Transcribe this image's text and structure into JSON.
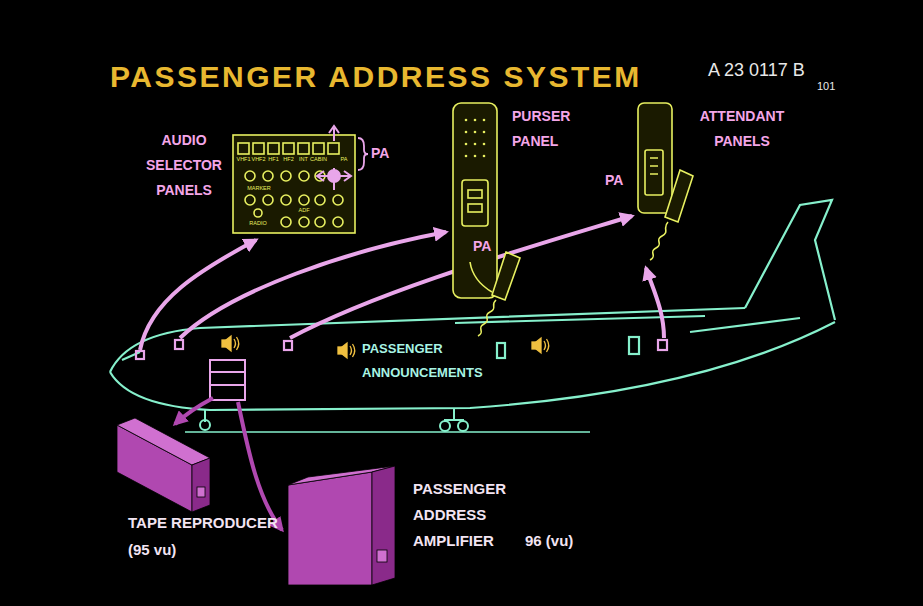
{
  "diagram": {
    "title": "PASSENGER ADDRESS SYSTEM",
    "nodes": [
      {
        "text": [
          "AUDIO SELECTOR PANELS"
        ]
      },
      {
        "text": [
          "PURSER PANEL"
        ]
      },
      {
        "text": [
          "ATTENDANT PANELS"
        ]
      },
      {
        "text": [
          "TAPE REPRODUCER (95 vu)"
        ]
      },
      {
        "text": [
          "PASSENGER ADDRESS AMPLIFIER",
          "96 (vu)"
        ]
      }
    ],
    "labels": [
      "A 23 0117 B",
      "101",
      "PA",
      "PA",
      "PA",
      "PASSENGER ANNOUNCEMENTS",
      "VHF1",
      "VHF2",
      "HF1",
      "HF2",
      "INT",
      "CABIN",
      "PA",
      "MARKER",
      "ADF",
      "RADIO"
    ]
  }
}
